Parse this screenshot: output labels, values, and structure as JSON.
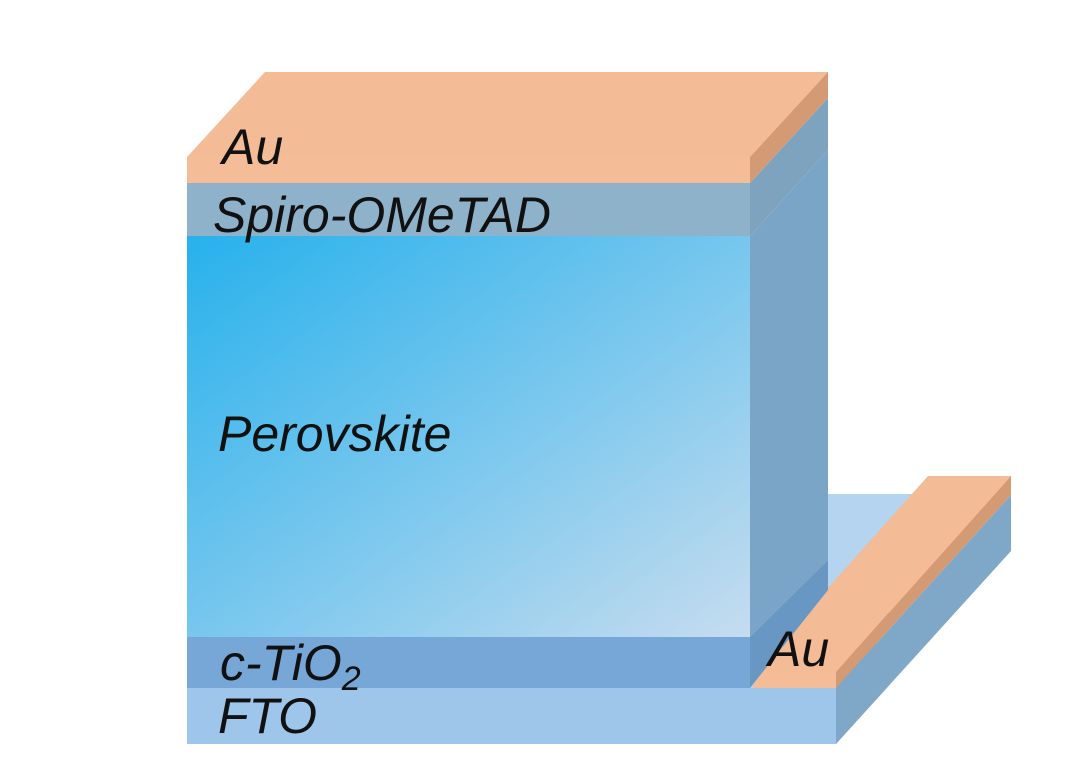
{
  "labels": {
    "au_top": "Au",
    "spiro": "Spiro-OMeTAD",
    "perovskite": "Perovskite",
    "ctio2_main": "c-TiO",
    "ctio2_sub": "2",
    "fto": "FTO",
    "au_contact": "Au"
  },
  "colors": {
    "au_front": "#f4bd98",
    "au_top": "#f3bb96",
    "au_side": "#d49a73",
    "spiro_front": "#8fb2cb",
    "spiro_side": "#7ea3bf",
    "perovskite_light": "#c3dbef",
    "perovskite_dark": "#31b3ea",
    "perovskite_side": "#7ba5c7",
    "ctio2_front": "#76a7d7",
    "ctio2_side": "#6897c3",
    "fto_front": "#9ec6ea",
    "fto_top": "#b5d4f0",
    "fto_side": "#7fa7c8"
  }
}
